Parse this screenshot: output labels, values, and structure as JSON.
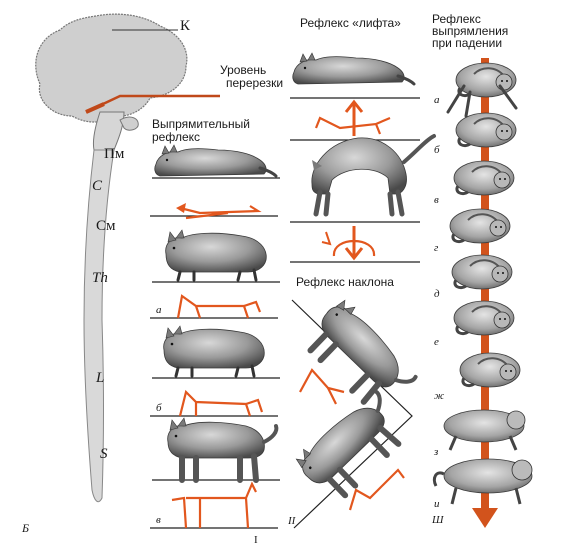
{
  "colors": {
    "brain_fill": "#c9c9c9",
    "cord_fill": "#cfcfcf",
    "cat_fill": "#8f8f8f",
    "cat_dark": "#3a3a3a",
    "reflex_orange": "#e2571e",
    "line": "#2a2a2a"
  },
  "brain": {
    "cortex_label": "К",
    "cut_label": "Уровень перерезки",
    "cut_label_line1": "Уровень",
    "cut_label_line2": "перерезки",
    "medulla_label": "Пм",
    "cervical_label": "С",
    "cerebellum_label": "См",
    "thoracic_label": "Th",
    "lumbar_label": "L",
    "sacral_label": "S",
    "panel_label": "Б"
  },
  "column_i": {
    "title_line1": "Выпрямительный",
    "title_line2": "рефлекс",
    "step_labels": [
      "а",
      "б",
      "в"
    ],
    "numeral": "I"
  },
  "column_ii": {
    "lift_title": "Рефлекс «лифта»",
    "tilt_title": "Рефлекс наклона",
    "numeral": "II"
  },
  "column_iii": {
    "title_line1": "Рефлекс",
    "title_line2": "выпрямления",
    "title_line3": "при падении",
    "step_labels": [
      "а",
      "б",
      "в",
      "г",
      "д",
      "е",
      "ж",
      "з",
      "и"
    ],
    "numeral": "Ш"
  }
}
